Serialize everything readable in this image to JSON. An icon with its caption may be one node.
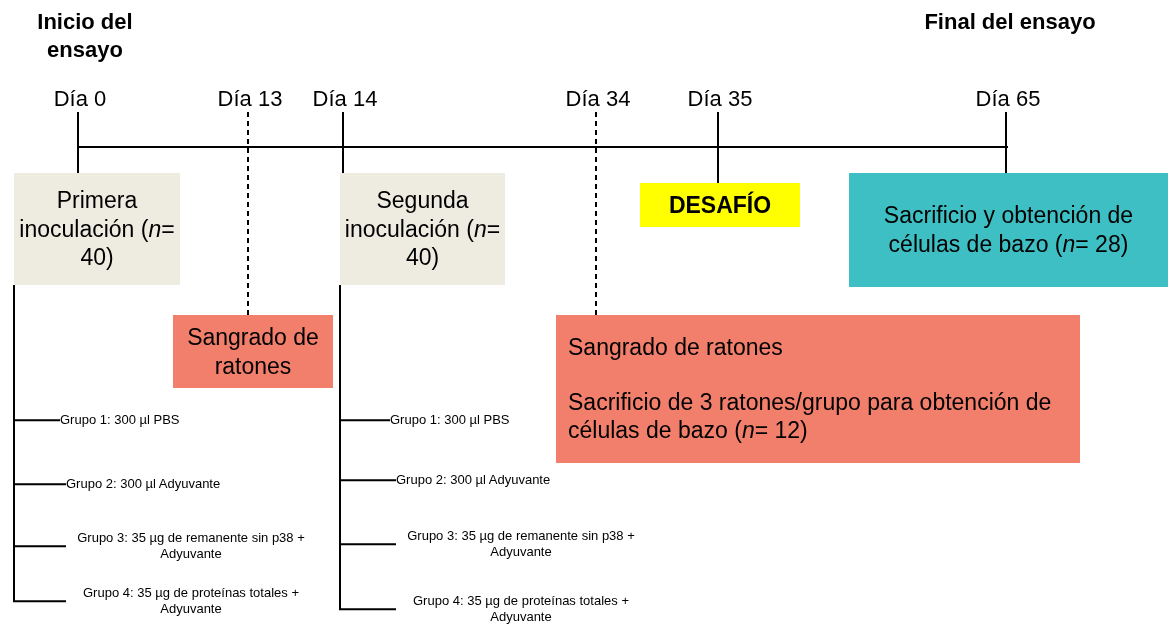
{
  "diagram": {
    "nodes": [
      {
        "text": [
          "Día 0"
        ],
        "beside": [
          "Inicio del ensayo"
        ]
      },
      {
        "text": [
          "Día 13"
        ]
      },
      {
        "text": [
          "Día 14"
        ]
      },
      {
        "text": [
          "Día 34"
        ]
      },
      {
        "text": [
          "Día 35"
        ]
      },
      {
        "text": [
          "Día 65"
        ],
        "beside": [
          "Final del ensayo"
        ]
      },
      {
        "text": [
          "Primera inoculación (*n*= 40)"
        ]
      },
      {
        "text": [
          "Sangrado de ratones"
        ]
      },
      {
        "text": [
          "Segunda inoculación (*n*= 40)"
        ]
      },
      {
        "text": [
          "Sangrado de ratones",
          "Sacrificio de 3 ratones/grupo para obtención de células de bazo (*n*= 12)"
        ]
      },
      {
        "text": [
          "DESAFÍO"
        ]
      },
      {
        "text": [
          "Sacrificio y obtención de células de bazo (*n*= 28)"
        ]
      },
      {
        "text": [
          "Grupo 1: 300 µl PBS"
        ]
      },
      {
        "text": [
          "Grupo 2: 300 µl Adyuvante"
        ]
      },
      {
        "text": [
          "Grupo 3: 35 µg de remanente sin p38 + Adyuvante"
        ]
      },
      {
        "text": [
          "Grupo 4: 35 µg de proteínas totales + Adyuvante"
        ]
      },
      {
        "text": [
          "Grupo 1: 300 µl PBS"
        ]
      },
      {
        "text": [
          "Grupo 2: 300 µl Adyuvante"
        ]
      },
      {
        "text": [
          "Grupo 3: 35 µg de remanente sin p38 + Adyuvante"
        ]
      },
      {
        "text": [
          "Grupo 4: 35 µg de proteínas totales + Adyuvante"
        ]
      }
    ],
    "edges": [
      {
        "from": 0,
        "to": 6,
        "arrow": "none"
      },
      {
        "from": 1,
        "to": 7,
        "arrow": "none",
        "style": "dashed"
      },
      {
        "from": 2,
        "to": 8,
        "arrow": "none"
      },
      {
        "from": 3,
        "to": 9,
        "arrow": "none",
        "style": "dashed"
      },
      {
        "from": 4,
        "to": 10,
        "arrow": "none"
      },
      {
        "from": 5,
        "to": 11,
        "arrow": "none"
      },
      {
        "from": 6,
        "to": 12,
        "arrow": "none"
      },
      {
        "from": 6,
        "to": 13,
        "arrow": "none"
      },
      {
        "from": 6,
        "to": 14,
        "arrow": "none"
      },
      {
        "from": 6,
        "to": 15,
        "arrow": "none"
      },
      {
        "from": 8,
        "to": 16,
        "arrow": "none"
      },
      {
        "from": 8,
        "to": 17,
        "arrow": "none"
      },
      {
        "from": 8,
        "to": 18,
        "arrow": "none"
      },
      {
        "from": 8,
        "to": 19,
        "arrow": "none"
      }
    ]
  }
}
